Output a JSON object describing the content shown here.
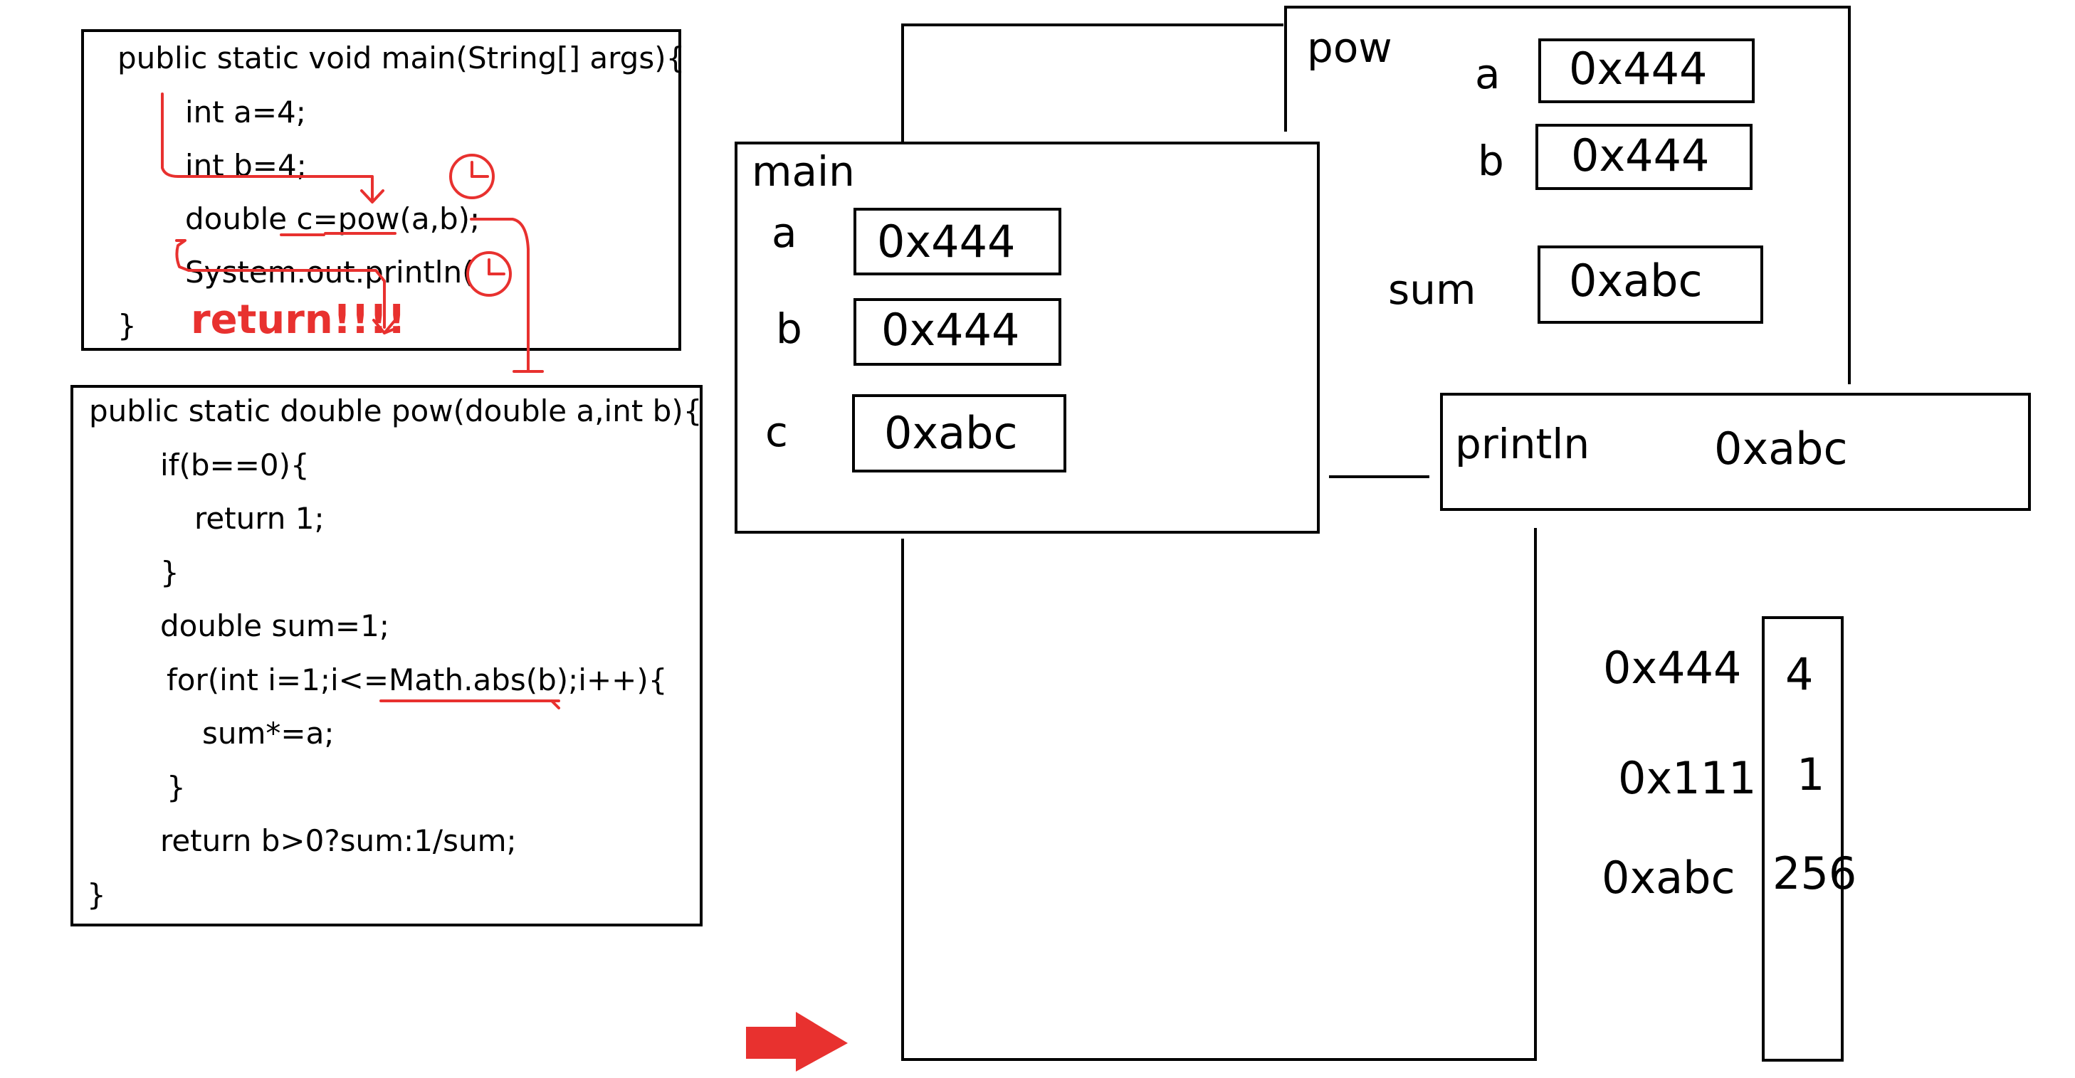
{
  "code_main": {
    "lines": [
      "public static void main(String[] args){",
      "int a=4;",
      "int b=4;",
      "double c=pow(a,b);",
      "System.out.println(",
      "}"
    ],
    "annotation": "return!!!!"
  },
  "code_pow": {
    "lines": [
      "public static double pow(double a,int b){",
      "if(b==0){",
      "return 1;",
      "}",
      "double sum=1;",
      "for(int i=1;i<=Math.abs(b);i++){",
      "sum*=a;",
      "}",
      "return b>0?sum:1/sum;",
      "}"
    ]
  },
  "frame_main": {
    "title": "main",
    "vars": [
      {
        "name": "a",
        "value": "0x444"
      },
      {
        "name": "b",
        "value": "0x444"
      },
      {
        "name": "c",
        "value": "0xabc"
      }
    ]
  },
  "frame_pow": {
    "title": "pow",
    "vars": [
      {
        "name": "a",
        "value": "0x444"
      },
      {
        "name": "b",
        "value": "0x444"
      },
      {
        "name": "sum",
        "value": "0xabc"
      }
    ]
  },
  "frame_println": {
    "title": "println",
    "value": "0xabc"
  },
  "heap": {
    "entries": [
      {
        "address": "0x444",
        "value": "4"
      },
      {
        "address": "0x111",
        "value": "1"
      },
      {
        "address": "0xabc",
        "value": "256"
      }
    ]
  },
  "colors": {
    "annotation": "#e8312f",
    "arrow": "#e8312f",
    "stroke": "#000000"
  }
}
